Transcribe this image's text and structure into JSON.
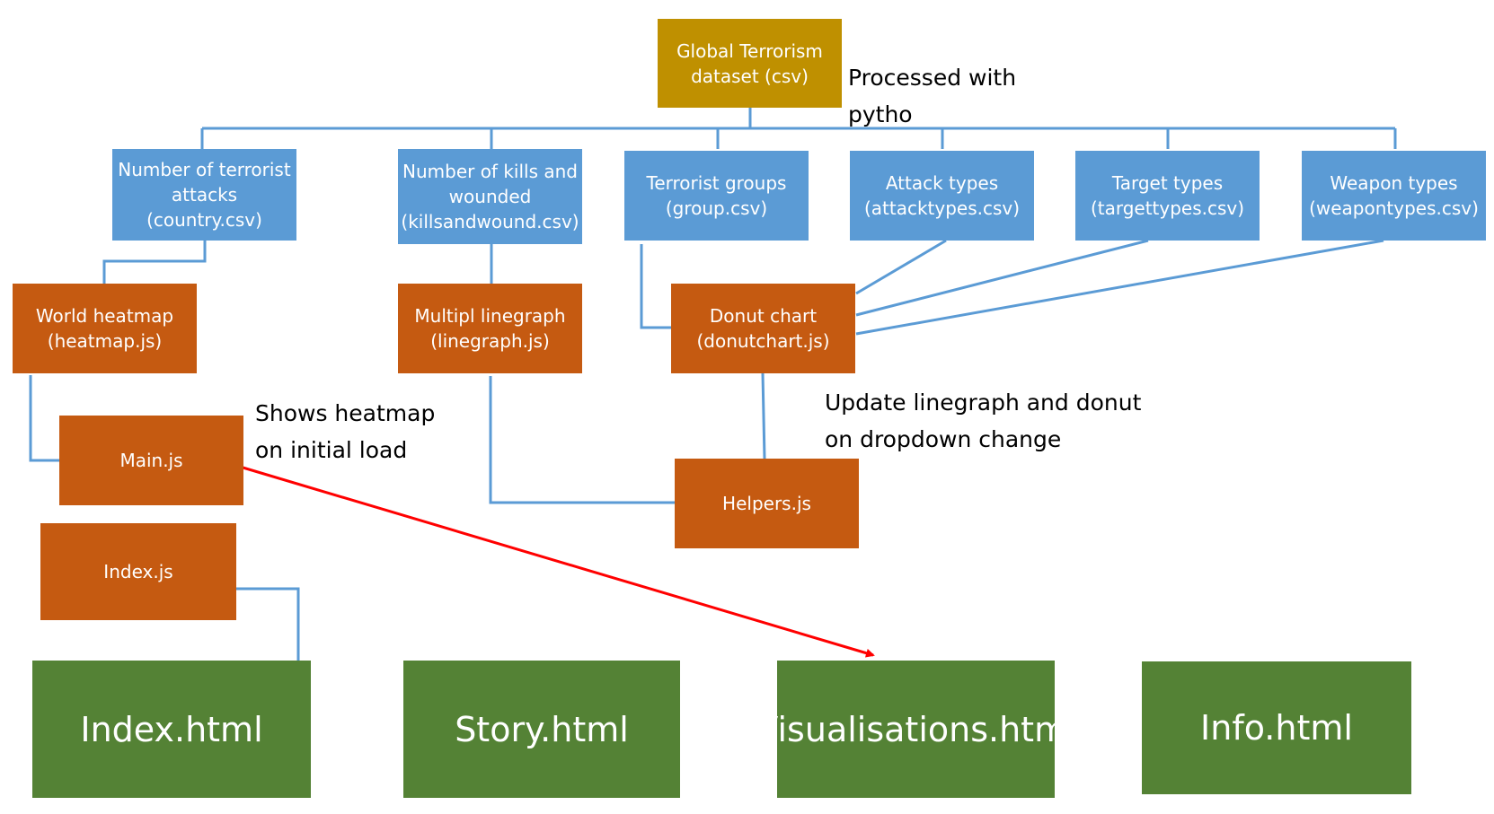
{
  "source": {
    "label": "Global Terrorism\ndataset (csv)"
  },
  "datasets": [
    {
      "label": "Number of terrorist\nattacks\n(country.csv)"
    },
    {
      "label": "Number of kills and\nwounded\n(killsandwound.csv)"
    },
    {
      "label": "Terrorist groups\n(group.csv)"
    },
    {
      "label": "Attack types\n(attacktypes.csv)"
    },
    {
      "label": "Target types\n(targettypes.csv)"
    },
    {
      "label": "Weapon types\n(weapontypes.csv)"
    }
  ],
  "scripts": {
    "heatmap": "World heatmap\n(heatmap.js)",
    "linegraph": "Multipl linegraph\n(linegraph.js)",
    "donut": "Donut chart\n(donutchart.js)",
    "main": "Main.js",
    "helpers": "Helpers.js",
    "index": "Index.js"
  },
  "pages": [
    {
      "label": "Index.html"
    },
    {
      "label": "Story.html"
    },
    {
      "label": "Visualisations.html"
    },
    {
      "label": "Info.html"
    }
  ],
  "notes": {
    "processed": "Processed with\npytho",
    "heatmap_note": "Shows heatmap\non initial load",
    "update_note": "Update linegraph and donut\non dropdown change"
  },
  "colors": {
    "source": "#bf9000",
    "dataset": "#5b9bd5",
    "script": "#c55a11",
    "page": "#548235",
    "connector": "#5b9bd5",
    "arrow": "#ff0000"
  }
}
